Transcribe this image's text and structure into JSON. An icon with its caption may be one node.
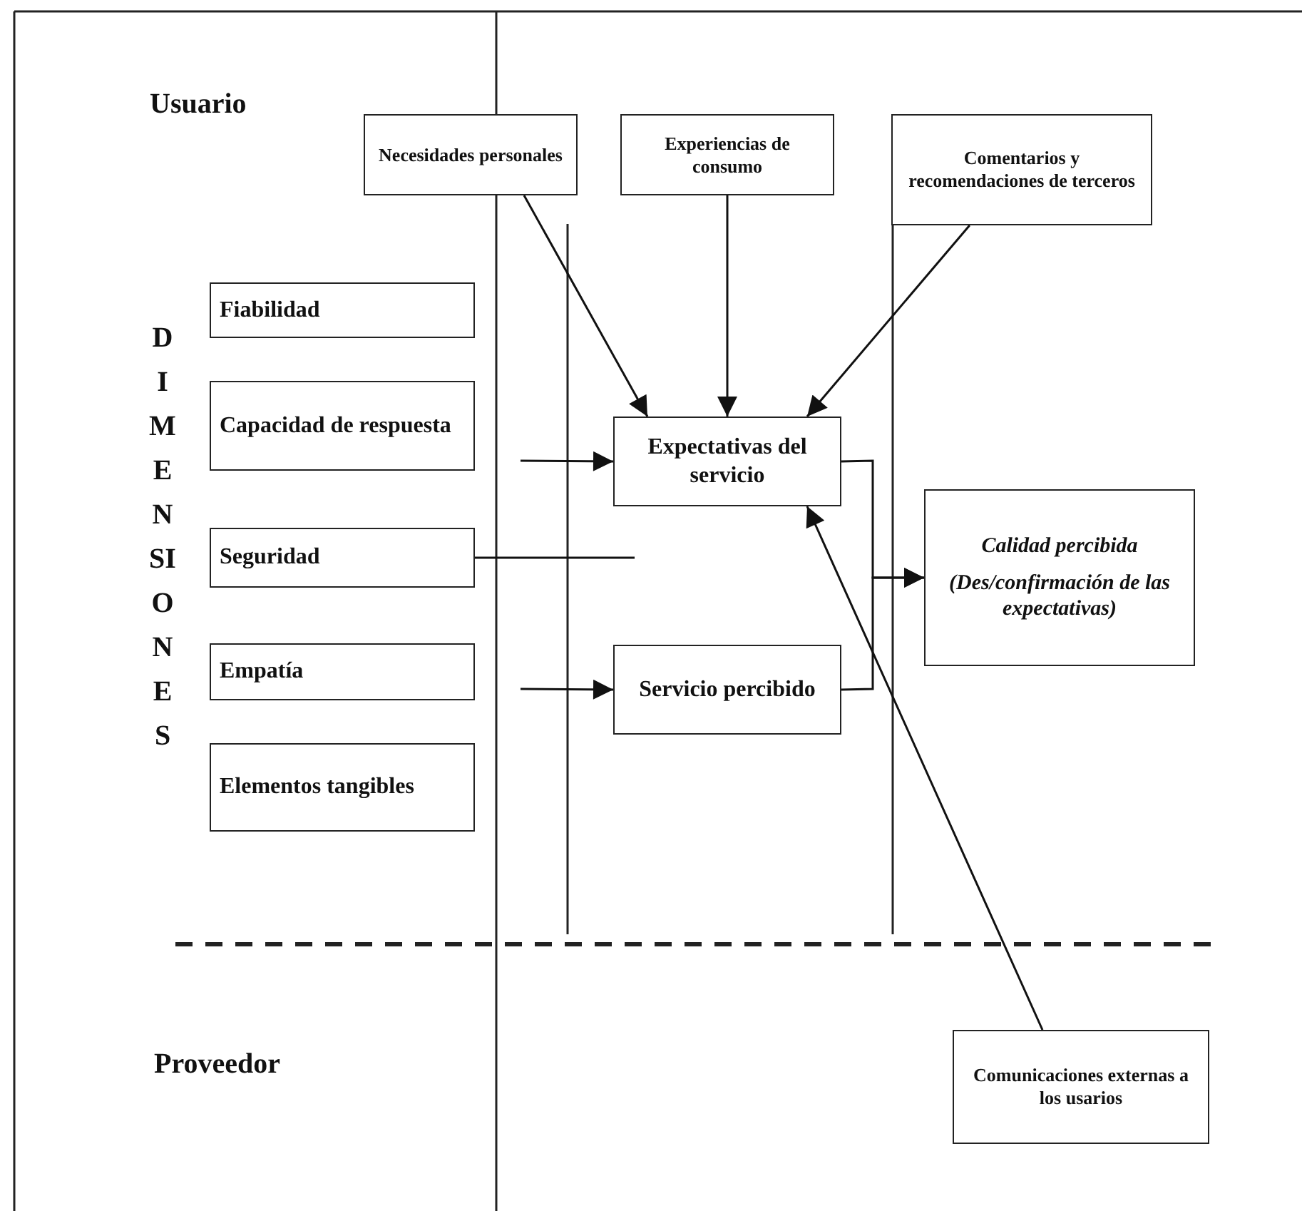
{
  "diagram": {
    "nodes": [
      {
        "text": [
          "Necesidades personales"
        ]
      },
      {
        "text": [
          "Experiencias de consumo"
        ]
      },
      {
        "text": [
          "Comentarios y recomendaciones de terceros"
        ]
      },
      {
        "text": [
          "Fiabilidad"
        ]
      },
      {
        "text": [
          "Capacidad de respuesta"
        ]
      },
      {
        "text": [
          "Seguridad"
        ]
      },
      {
        "text": [
          "Empatía"
        ]
      },
      {
        "text": [
          "Elementos tangibles"
        ]
      },
      {
        "text": [
          "Expectativas del servicio"
        ]
      },
      {
        "text": [
          "Calidad percibida",
          "(Des/confirmación de las expectativas)"
        ]
      },
      {
        "text": [
          "Servicio percibido"
        ]
      },
      {
        "text": [
          "Comunicaciones externas a los usarios"
        ]
      }
    ],
    "edges": [
      {
        "from": 0,
        "to": 8,
        "arrow": "to"
      },
      {
        "from": 1,
        "to": 8,
        "arrow": "to"
      },
      {
        "from": 2,
        "to": 8,
        "arrow": "to"
      },
      {
        "from": 11,
        "to": 8,
        "arrow": "to"
      },
      {
        "from": null,
        "to": 8,
        "arrow": "to"
      },
      {
        "from": null,
        "to": 10,
        "arrow": "to"
      },
      {
        "from": 5,
        "to": null,
        "arrow": "none"
      },
      {
        "from": 8,
        "to": 9,
        "arrow": "to"
      },
      {
        "from": 10,
        "to": 9,
        "arrow": "to"
      }
    ],
    "labels": [
      "Usuario",
      "DIMENSIONES",
      "Proveedor"
    ]
  }
}
